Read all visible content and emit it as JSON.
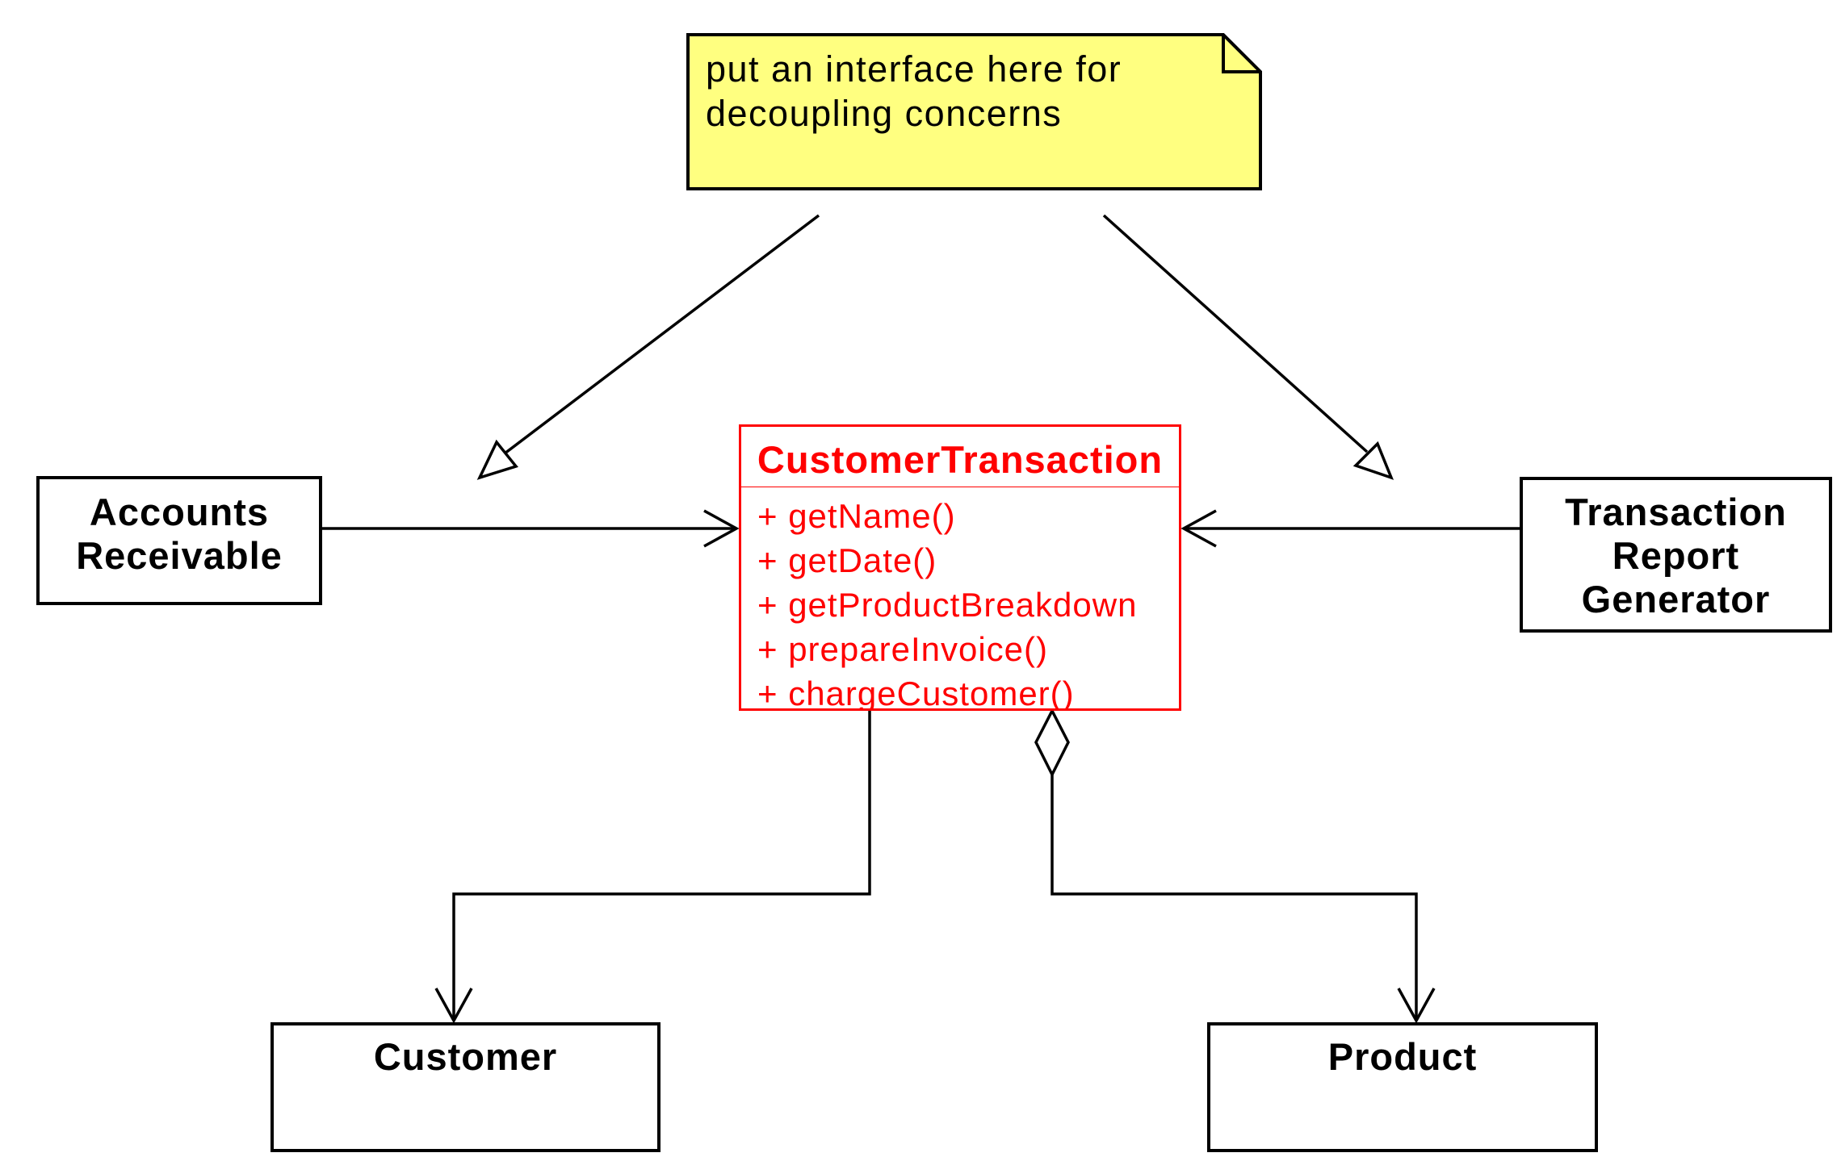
{
  "note": {
    "lines": [
      "put an interface here for",
      "decoupling concerns"
    ]
  },
  "classes": {
    "customer_transaction": {
      "name": "CustomerTransaction",
      "operations": [
        "+ getName()",
        "+ getDate()",
        "+ getProductBreakdown",
        "+ prepareInvoice()",
        "+ chargeCustomer()"
      ]
    },
    "accounts_receivable": {
      "name_lines": [
        "Accounts",
        "Receivable"
      ]
    },
    "transaction_report_generator": {
      "name_lines": [
        "Transaction",
        "Report",
        "Generator"
      ]
    },
    "customer": {
      "name": "Customer"
    },
    "product": {
      "name": "Product"
    }
  },
  "colors": {
    "note_fill": "#ffff80",
    "highlight": "#ff0000",
    "line": "#000000"
  }
}
